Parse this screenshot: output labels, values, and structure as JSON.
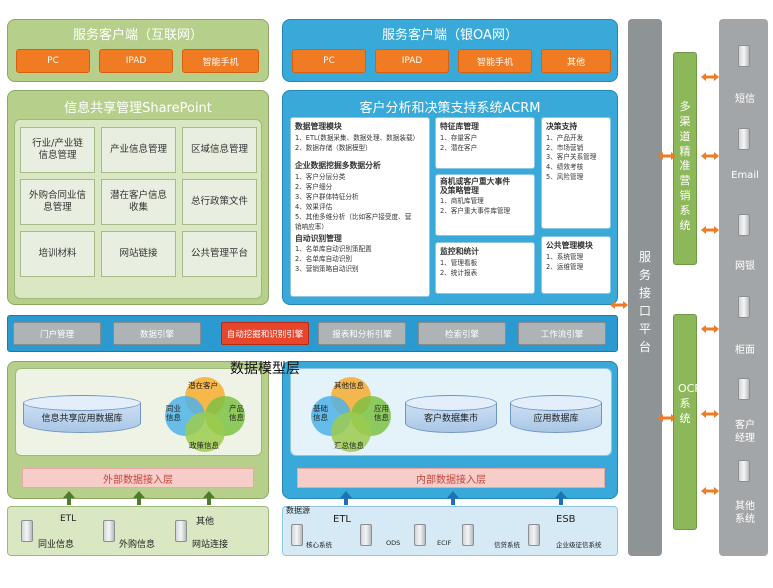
{
  "internet_client": {
    "title": "服务客户端（互联网）",
    "buttons": [
      "PC",
      "IPAD",
      "智能手机"
    ]
  },
  "bank_client": {
    "title": "服务客户端（银OA网）",
    "buttons": [
      "PC",
      "IPAD",
      "智能手机",
      "其他"
    ]
  },
  "sharepoint": {
    "title": "信息共享管理SharePoint",
    "cells": [
      "行业/产业链\n信息管理",
      "产业信息管理",
      "区域信息管理",
      "外购合同业信\n息管理",
      "潜在客户信息\n收集",
      "总行政策文件",
      "培训材料",
      "网站链接",
      "公共管理平台"
    ]
  },
  "acrm": {
    "title": "客户分析和决策支持系统ACRM",
    "data_mgmt": {
      "title": "数据管理模块",
      "items": [
        "1、ETL(数据采集、数据处理、数据装载）",
        "2、数据存储（数据模型）"
      ]
    },
    "mining": {
      "title": "企业数据挖掘多数据分析",
      "items": [
        "1、客户分层分类",
        "2、客户细分",
        "3、客户群体特征分析",
        "4、效果评估",
        "5、其他多维分析（比如客户接受度、营",
        "销响应率）"
      ]
    },
    "auto": {
      "title": "自动识别管理",
      "items": [
        "1、名单库自动识别策配置",
        "2、名单库自动识别",
        "3、营销策略自动识别"
      ]
    },
    "feature": {
      "title": "特征库管理",
      "items": [
        "1、存量客户",
        "2、潜在客户"
      ]
    },
    "events": {
      "title": "商机或客户重大事件\n及策略管理",
      "items": [
        "1、商机库管理",
        "2、客户重大事件库管理"
      ]
    },
    "monitor": {
      "title": "监控和统计",
      "items": [
        "1、管理看板",
        "2、统计报表"
      ]
    },
    "decision": {
      "title": "决策支持",
      "items": [
        "1、产品开发",
        "2、市场营销",
        "3、客户关系管理",
        "4、绩效考核",
        "5、风险管理"
      ]
    },
    "public": {
      "title": "公共管理模块",
      "items": [
        "1、系统管理",
        "2、运维管理"
      ]
    }
  },
  "engines": [
    "门户管理",
    "数据引擎",
    "自动挖掘和识别引擎",
    "报表和分析引擎",
    "检索引擎",
    "工作流引擎"
  ],
  "model_layer": {
    "title": "数据模型层",
    "left_db": "信息共享应用数据库",
    "left_petals": {
      "top": "潜在客户",
      "left": "同业\n信息",
      "right": "产品\n信息",
      "bottom": "政策信息"
    },
    "right_petals": {
      "top": "其他信息",
      "left": "基础\n信息",
      "right": "应用\n信息",
      "bottom": "汇总信息"
    },
    "mart_db": "客户数据集市",
    "app_db": "应用数据库",
    "external_access": "外部数据接入层",
    "internal_access": "内部数据接入层"
  },
  "sources_left": {
    "etl": "ETL",
    "other": "其他",
    "items": [
      "同业信息",
      "外购信息",
      "网站连接"
    ]
  },
  "sources_right": {
    "title": "数据源",
    "etl": "ETL",
    "esb": "ESB",
    "items": [
      "核心系统",
      "ODS",
      "ECIF",
      "信贷系统",
      "企业级征信系统"
    ]
  },
  "service_platform": "服务接口平台",
  "multichannel": "多渠道精准营销系统",
  "ocrm": "OCRM系统",
  "channels": [
    "短信",
    "Email",
    "网银",
    "柜面",
    "客户\n经理",
    "其他\n系统"
  ],
  "colors": {
    "orange": "#f07b22",
    "green": "#b6d08c",
    "blue": "#39a9d9",
    "gray": "#a3a6a8",
    "red": "#e8452d"
  }
}
